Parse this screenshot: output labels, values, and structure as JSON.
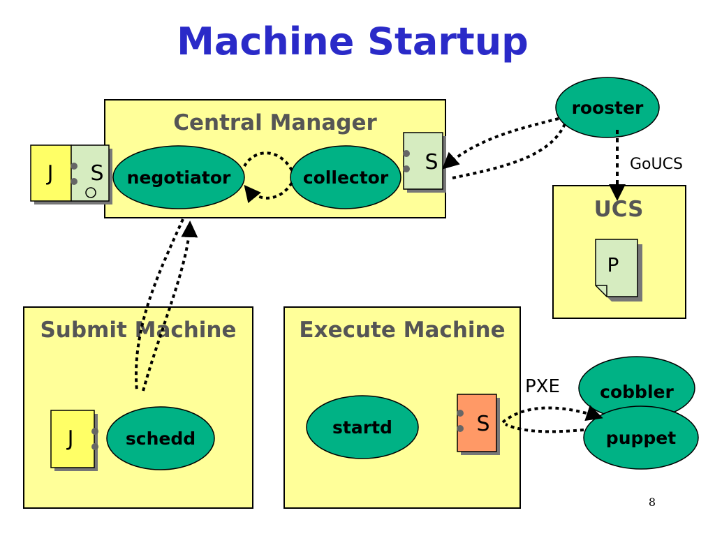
{
  "title": "Machine Startup",
  "page_number": "8",
  "boxes": {
    "central_manager": "Central Manager",
    "submit_machine": "Submit Machine",
    "execute_machine": "Execute Machine",
    "ucs": "UCS"
  },
  "daemons": {
    "negotiator": "negotiator",
    "collector": "collector",
    "schedd": "schedd",
    "startd": "startd",
    "rooster": "rooster",
    "cobbler": "cobbler",
    "puppet": "puppet"
  },
  "puzzle_pieces": {
    "cm_job": "J",
    "cm_schedd": "S",
    "cm_collector_piece": "S",
    "submit_job": "J",
    "execute_piece": "S",
    "ucs_piece": "P"
  },
  "labels": {
    "goucs": "GoUCS",
    "pxe": "PXE"
  },
  "colors": {
    "title": "#2a2ac8",
    "box_fill": "#ffff99",
    "oval_fill": "#00b285",
    "piece_yellow": "#ffff66",
    "piece_green": "#d6ecc0",
    "piece_orange": "#ff9966"
  }
}
